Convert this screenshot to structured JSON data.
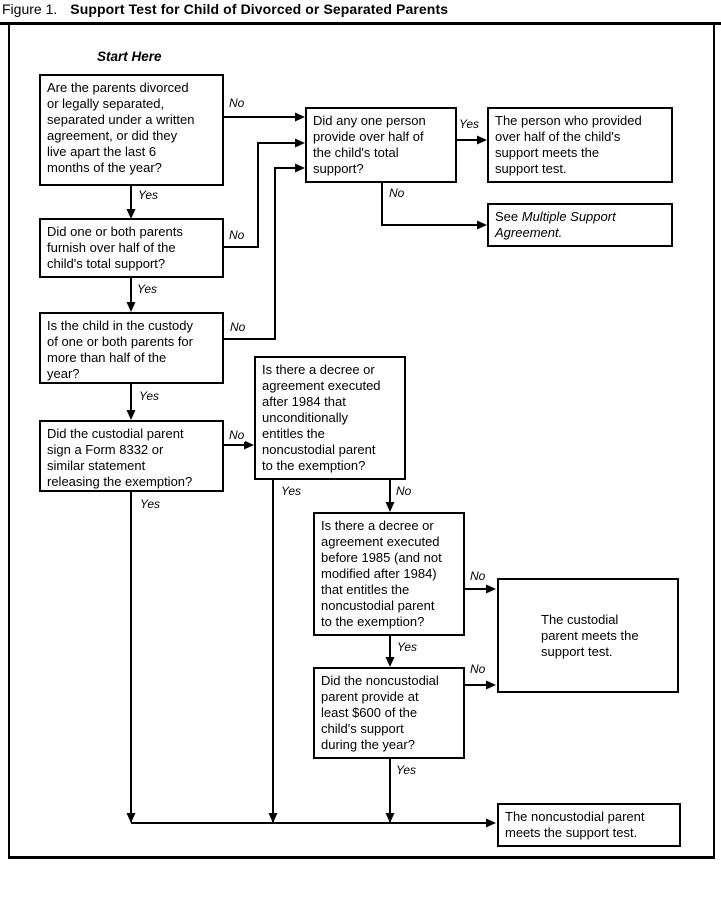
{
  "figure": {
    "label": "Figure 1.",
    "title": "Support Test for Child of Divorced or Separated Parents"
  },
  "start_label": "Start Here",
  "edge_labels": {
    "yes": "Yes",
    "no": "No"
  },
  "nodes": {
    "q_divorced": {
      "text": "Are the parents divorced\nor legally separated,\nseparated under a written\nagreement, or did they\nlive apart the last 6\nmonths of the year?"
    },
    "q_parents_support": {
      "text": "Did one or both parents\nfurnish over half of the\nchild's total support?"
    },
    "q_custody": {
      "text": "Is the child in the custody\nof one or both parents for\nmore than half of the\nyear?"
    },
    "q_form8332": {
      "text": "Did the custodial parent\nsign a Form 8332 or\nsimilar statement\nreleasing the exemption?"
    },
    "q_one_person": {
      "text": "Did any one person\nprovide over half of\nthe child's total\nsupport?"
    },
    "r_person_meets": {
      "text": "The person who provided\nover half of the child's\nsupport meets the\nsupport test."
    },
    "r_multiple_support": {
      "prefix": "See ",
      "italic": "Multiple Support\nAgreement."
    },
    "q_decree_after_1984": {
      "text": "Is there a decree or\nagreement executed\nafter 1984 that\nunconditionally\nentitles the\nnoncustodial parent\nto the exemption?"
    },
    "q_decree_before_1985": {
      "text": "Is there a decree or\nagreement executed\nbefore 1985 (and not\nmodified after 1984)\nthat entitles the\nnoncustodial parent\nto the exemption?"
    },
    "q_600_support": {
      "text": "Did the noncustodial\nparent provide at\nleast $600 of the\nchild's support\nduring the year?"
    },
    "r_custodial_meets": {
      "text": "The custodial\nparent meets the\nsupport test."
    },
    "r_noncustodial_meets": {
      "text": "The noncustodial parent\nmeets the support test."
    }
  }
}
